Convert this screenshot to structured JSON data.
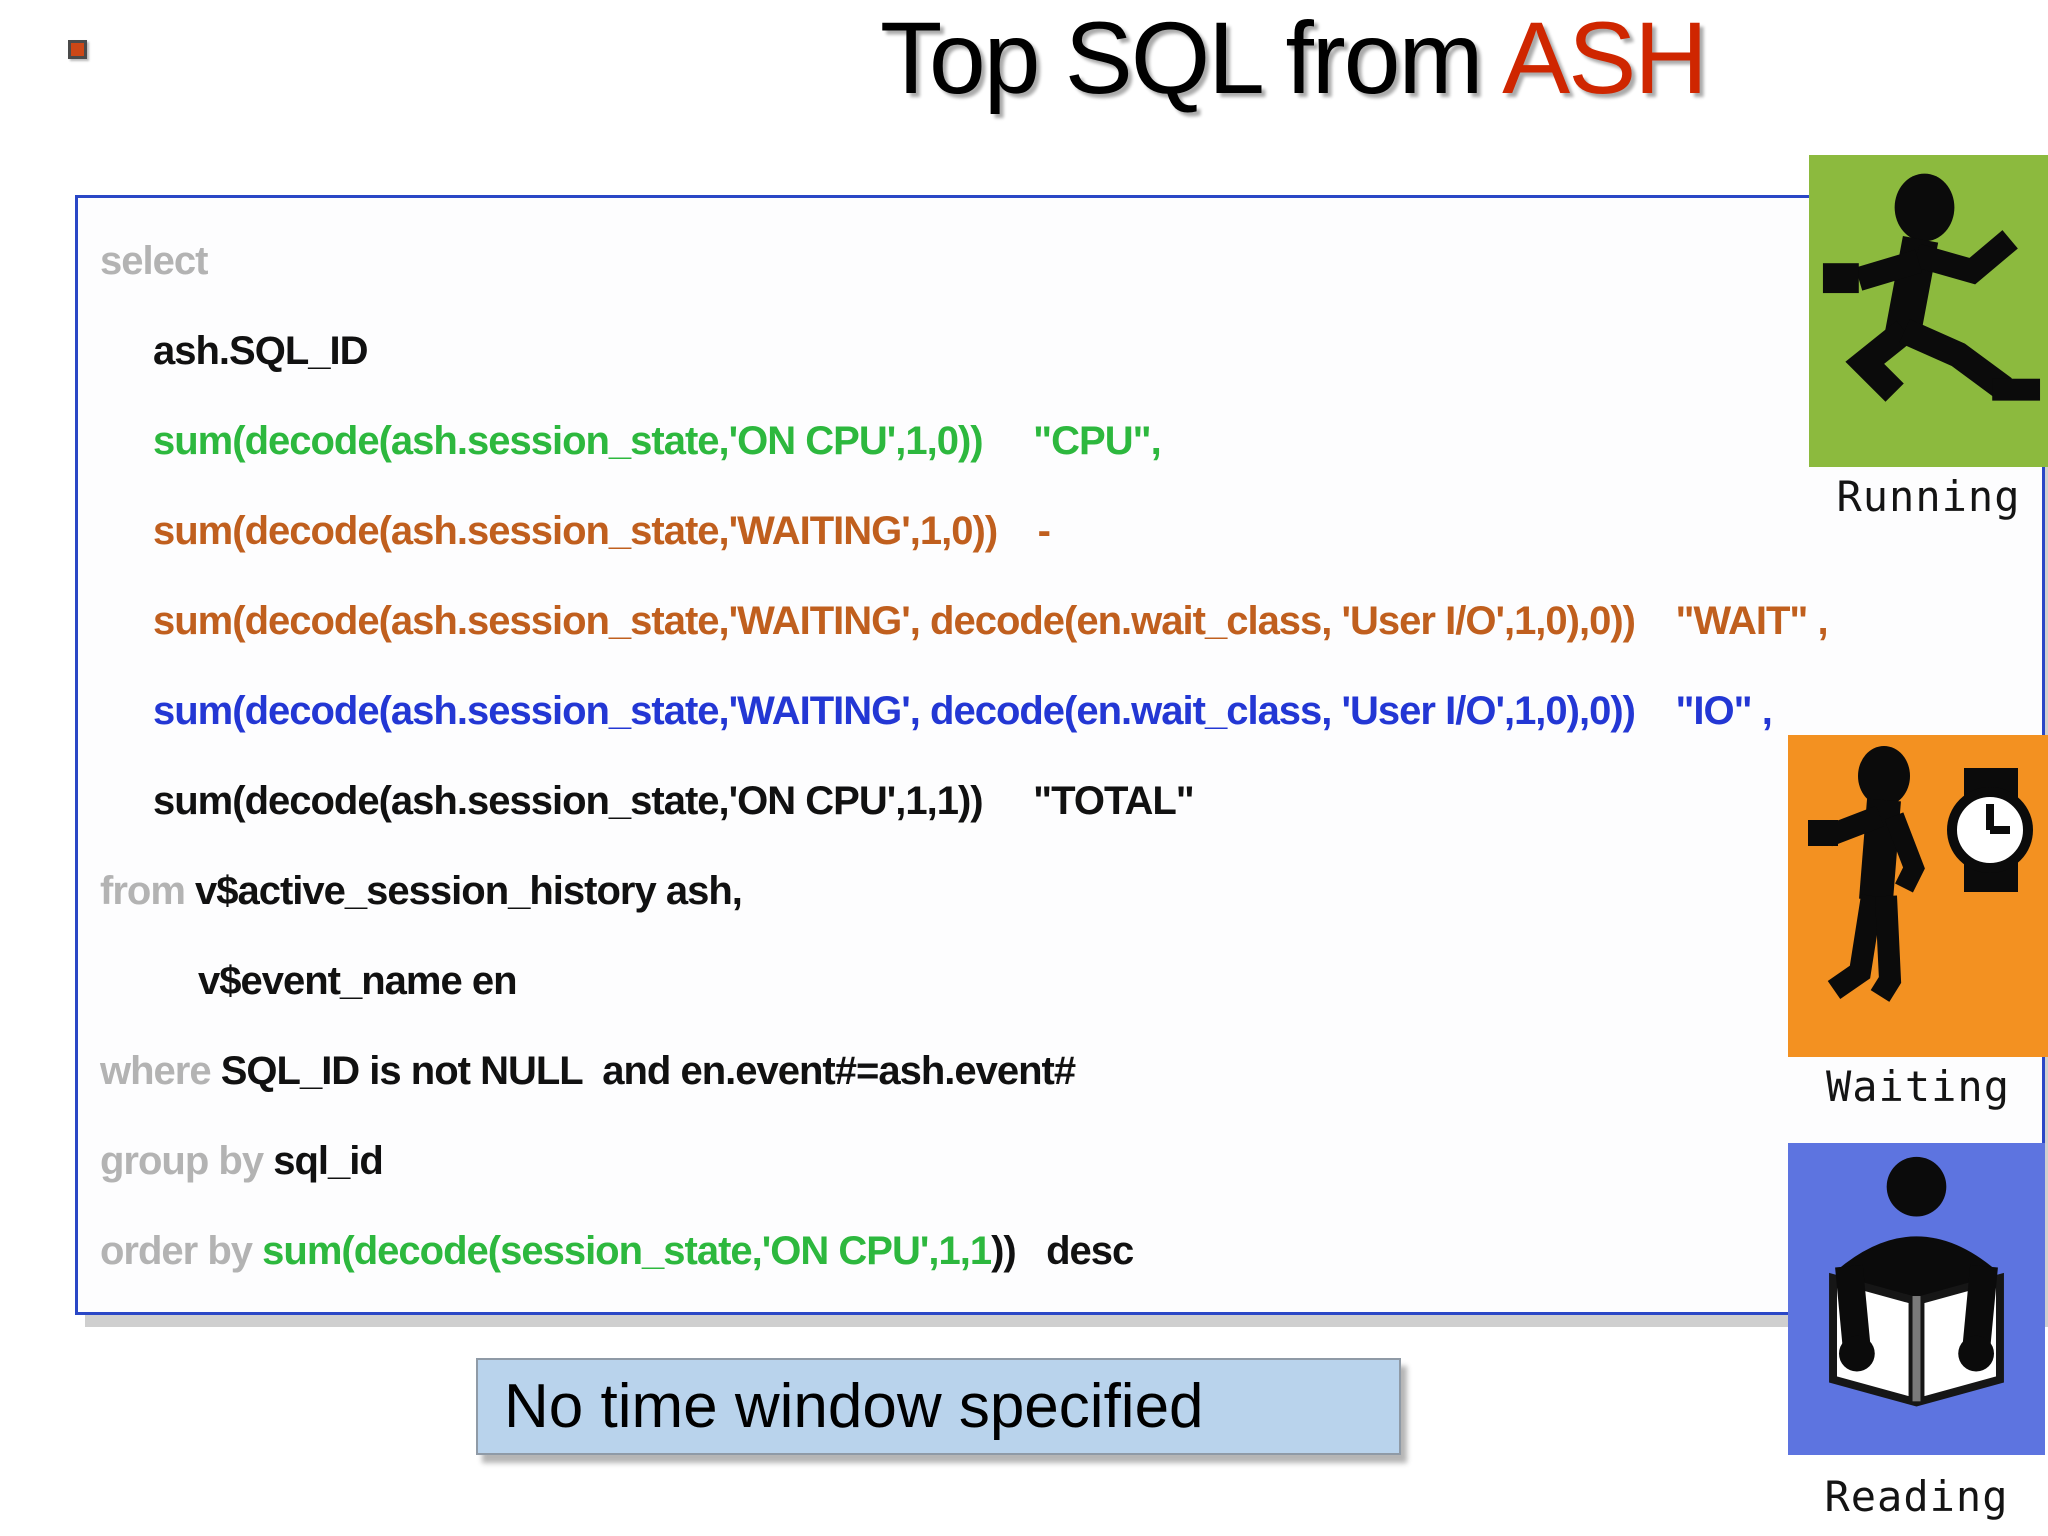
{
  "slide": {
    "title": {
      "prefix": "Top SQL from ",
      "highlight": "ASH"
    },
    "note": {
      "text": "No time window specified"
    }
  },
  "code_box": {
    "lines": [
      {
        "indent": 0,
        "segments": [
          {
            "text": "select",
            "c": "gray"
          }
        ]
      },
      {
        "indent": 1,
        "segments": [
          {
            "text": "ash.SQL_ID",
            "c": "black"
          }
        ]
      },
      {
        "indent": 1,
        "segments": [
          {
            "text": "sum(decode(ash.session_state,'ON CPU',1,0))     \"CPU\",",
            "c": "green"
          }
        ]
      },
      {
        "indent": 1,
        "segments": [
          {
            "text": "sum(decode(ash.session_state,'WAITING',1,0))    -",
            "c": "orange"
          }
        ]
      },
      {
        "indent": 1,
        "segments": [
          {
            "text": "sum(decode(ash.session_state,'WAITING', decode(en.wait_class, 'User I/O',1,0),0))    \"WAIT\" ,",
            "c": "orange"
          }
        ]
      },
      {
        "indent": 1,
        "segments": [
          {
            "text": "sum(decode(ash.session_state,'WAITING', decode(en.wait_class, 'User I/O',1,0),0))    \"IO\" ,",
            "c": "blue"
          }
        ]
      },
      {
        "indent": 1,
        "segments": [
          {
            "text": "sum(decode(ash.session_state,'ON CPU',1,1))     \"TOTAL\"",
            "c": "black"
          }
        ]
      },
      {
        "indent": 0,
        "segments": [
          {
            "text": "from ",
            "c": "gray"
          },
          {
            "text": "v$active_session_history ash,",
            "c": "black"
          }
        ]
      },
      {
        "indent": 2,
        "segments": [
          {
            "text": "v$event_name en",
            "c": "black"
          }
        ]
      },
      {
        "indent": 0,
        "segments": [
          {
            "text": "where ",
            "c": "gray"
          },
          {
            "text": "SQL_ID is not NULL  and en.event#=ash.event#",
            "c": "black"
          }
        ]
      },
      {
        "indent": 0,
        "segments": [
          {
            "text": "group by ",
            "c": "gray"
          },
          {
            "text": "sql_id",
            "c": "black"
          }
        ]
      },
      {
        "indent": 0,
        "segments": [
          {
            "text": "order by ",
            "c": "gray"
          },
          {
            "text": "sum(decode(session_state,'ON CPU',1,1",
            "c": "green"
          },
          {
            "text": "))   ",
            "c": "black"
          },
          {
            "text": "desc",
            "c": "black"
          }
        ]
      }
    ]
  },
  "icons": [
    {
      "name": "running-icon",
      "label": "Running",
      "bg": "#8cba3e"
    },
    {
      "name": "waiting-icon",
      "label": "Waiting",
      "bg": "#f39121"
    },
    {
      "name": "reading-icon",
      "label": "Reading",
      "bg": "#5d74e0"
    }
  ],
  "palette": {
    "title_red": "#cf2600",
    "bullet_fill": "#cc4716",
    "box_border": "#2a47c6",
    "code_gray": "#b3b3b3",
    "code_green": "#2db83e",
    "code_orange": "#c05f1e",
    "code_blue": "#2337d4",
    "note_bg": "#b9d3ec",
    "note_border": "#8f9aa6"
  }
}
